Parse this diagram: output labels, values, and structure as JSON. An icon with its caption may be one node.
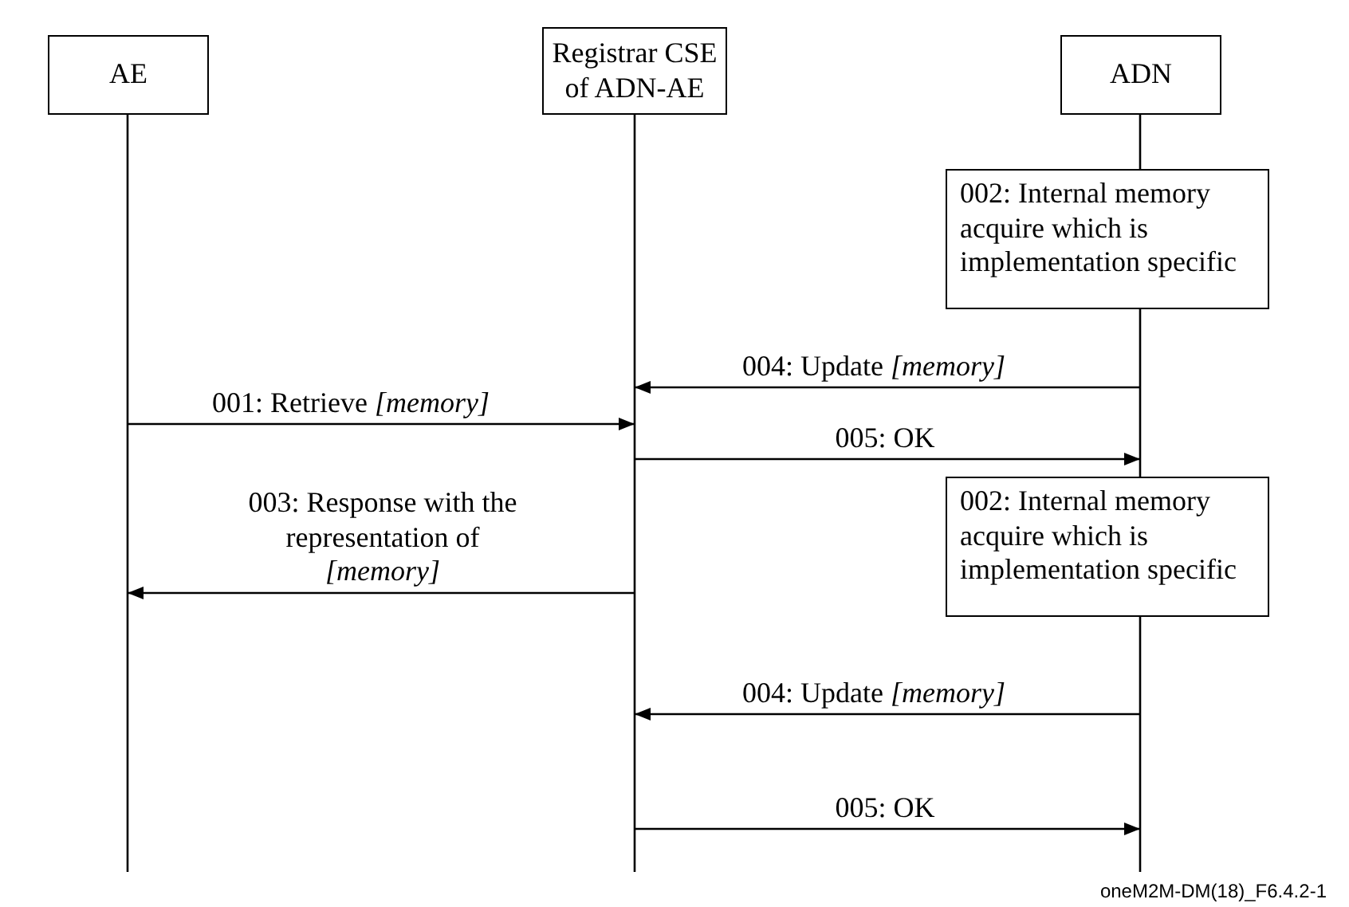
{
  "diagram": {
    "nodes": [
      {
        "text": [
          "AE"
        ]
      },
      {
        "text": [
          "Registrar CSE of ADN-AE"
        ]
      },
      {
        "text": [
          "ADN"
        ]
      },
      {
        "text": [
          "002: Internal memory acquire which is implementation specific"
        ]
      },
      {
        "text": [
          "002: Internal memory acquire which is implementation specific"
        ]
      }
    ],
    "edges": [
      {
        "from": 2,
        "to": 1,
        "arrow": "to",
        "label": "004: Update *[memory]*"
      },
      {
        "from": 0,
        "to": 1,
        "arrow": "to",
        "label": "001: Retrieve *[memory]*"
      },
      {
        "from": 1,
        "to": 2,
        "arrow": "to",
        "label": "005: OK"
      },
      {
        "from": 1,
        "to": 0,
        "arrow": "to",
        "label": "003: Response with the representation of *[memory]*"
      },
      {
        "from": 2,
        "to": 1,
        "arrow": "to",
        "label": "004: Update *[memory]*"
      },
      {
        "from": 1,
        "to": 2,
        "arrow": "to",
        "label": "005: OK"
      }
    ],
    "labels": [
      "oneM2M-DM(18)_F6.4.2-1"
    ]
  }
}
